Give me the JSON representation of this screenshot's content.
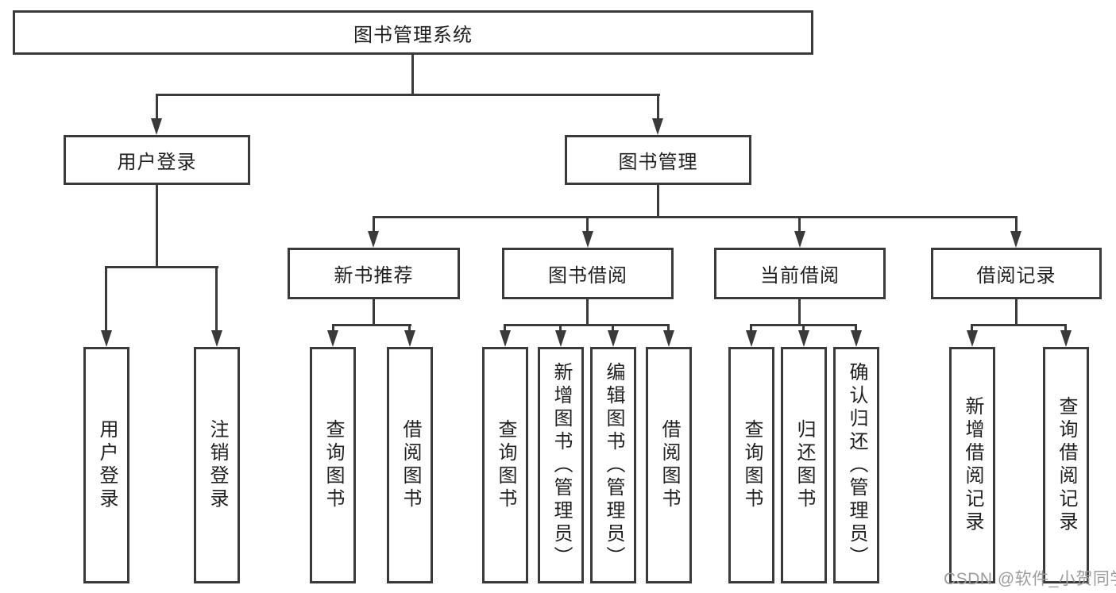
{
  "diagram": {
    "root": {
      "label": "图书管理系统"
    },
    "branches": [
      {
        "label": "用户登录",
        "children": [
          "用户登录",
          "注销登录"
        ]
      },
      {
        "label": "图书管理",
        "sections": [
          {
            "label": "新书推荐",
            "children": [
              "查询图书",
              "借阅图书"
            ]
          },
          {
            "label": "图书借阅",
            "children": [
              "查询图书",
              "新增图书（管理员）",
              "编辑图书（管理员）",
              "借阅图书"
            ]
          },
          {
            "label": "当前借阅",
            "children": [
              "查询图书",
              "归还图书",
              "确认归还（管理员）"
            ]
          },
          {
            "label": "借阅记录",
            "children": [
              "新增借阅记录",
              "查询借阅记录"
            ]
          }
        ]
      }
    ]
  },
  "watermark": {
    "label": "CSDN @软件_小贺同学"
  },
  "colors": {
    "line": "#3a3a3a",
    "text": "#1f1f1f",
    "background": "#ffffff",
    "watermark": "#9c9c9c"
  }
}
